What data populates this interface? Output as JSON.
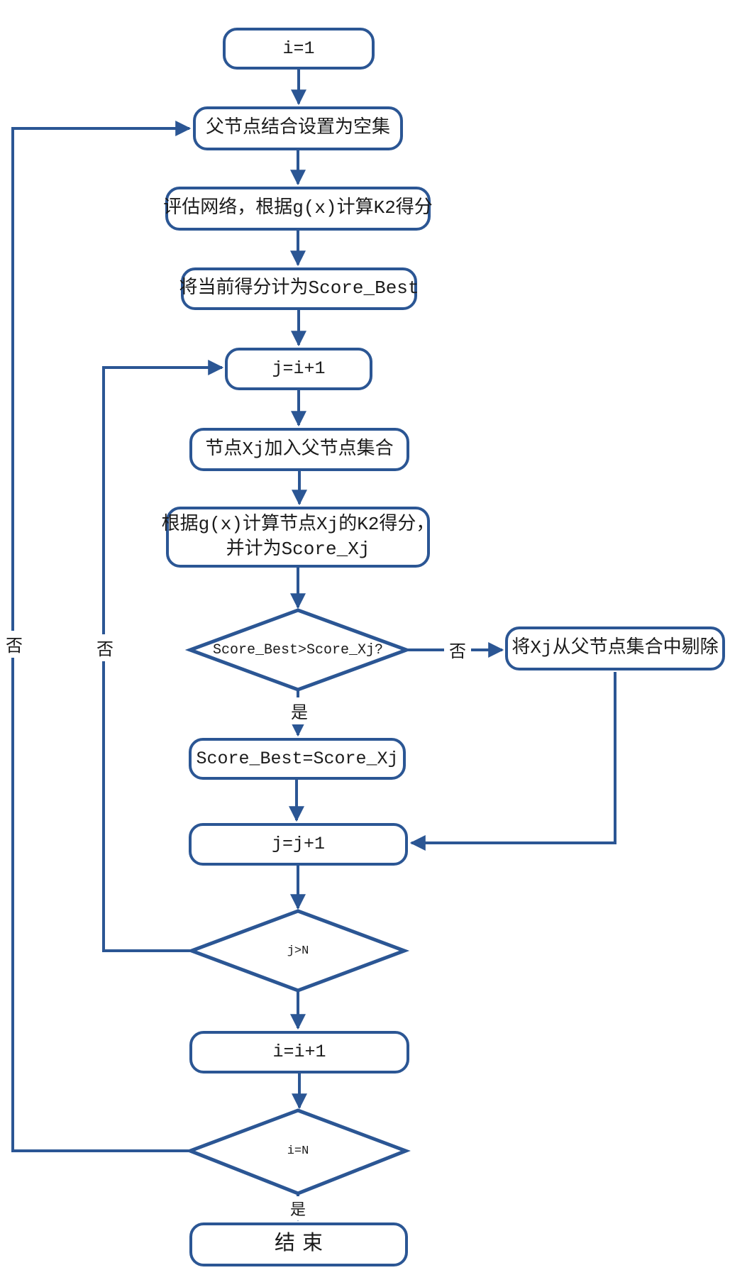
{
  "colors": {
    "line": "#2B5694",
    "text": "#1B1B1B",
    "background": "#FFFFFF"
  },
  "nodes": {
    "init_i": "i=1",
    "reset_parent_set": "父节点结合设置为空集",
    "evaluate_network": "评估网络，根据g(x)计算K2得分",
    "set_score_best": "将当前得分计为Score_Best",
    "init_j": "j=i+1",
    "add_xj_to_parents": "节点Xj加入父节点集合",
    "compute_score_xj_line1": "根据g(x)计算节点Xj的K2得分，",
    "compute_score_xj_line2": "并计为Score_Xj",
    "decision_score": "Score_Best>Score_Xj?",
    "remove_xj": "将Xj从父节点集合中剔除",
    "update_score_best": "Score_Best=Score_Xj",
    "increment_j": "j=j+1",
    "decision_j": "j>N",
    "increment_i": "i=i+1",
    "decision_i": "i=N",
    "end": "结束"
  },
  "edge_labels": {
    "score_no": "否",
    "score_yes": "是",
    "j_loop_no": "否",
    "i_loop_no": "否",
    "i_yes": "是"
  }
}
